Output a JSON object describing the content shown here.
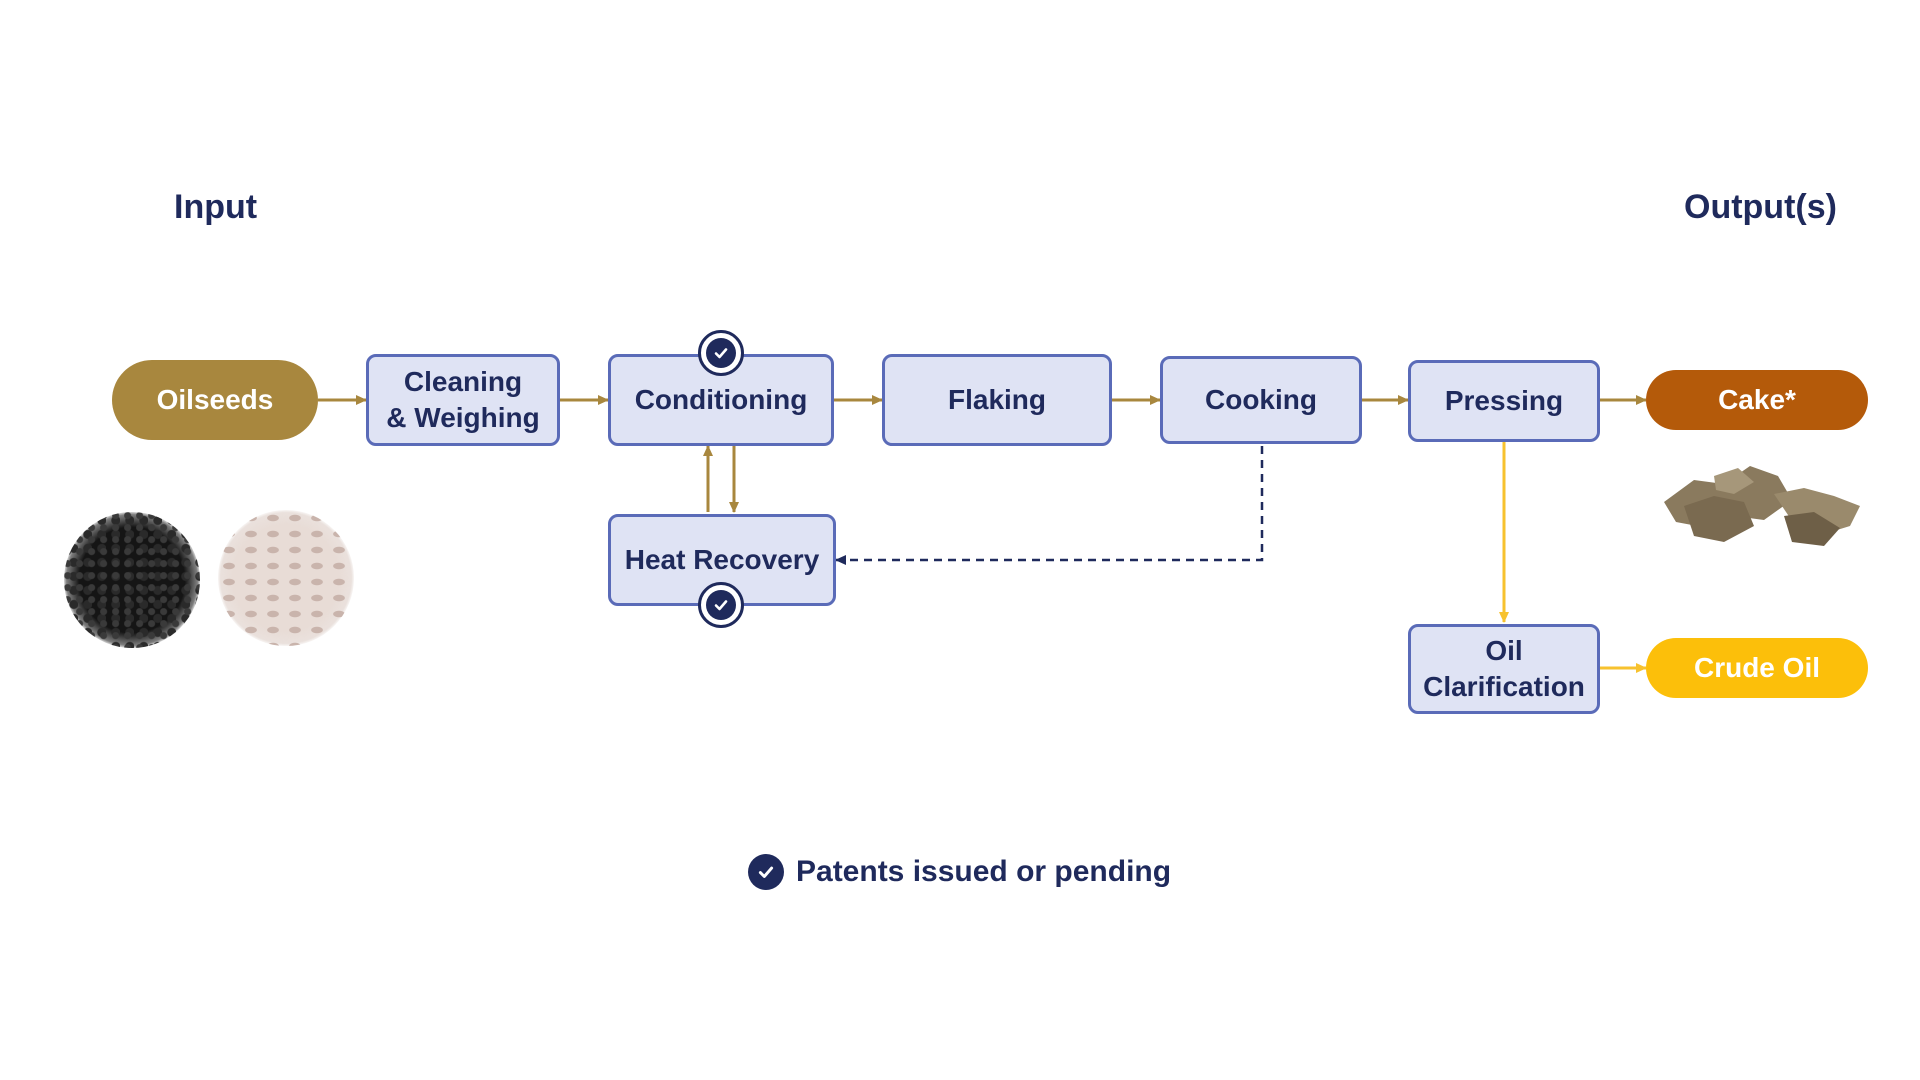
{
  "headings": {
    "input": "Input",
    "output": "Output(s)"
  },
  "input_node": {
    "label": "Oilseeds",
    "color": "#a8873e"
  },
  "steps": {
    "cleaning": [
      "Cleaning",
      "& Weighing"
    ],
    "conditioning": "Conditioning",
    "flaking": "Flaking",
    "cooking": "Cooking",
    "pressing": "Pressing",
    "heat_recovery": "Heat Recovery",
    "oil_clarification": [
      "Oil",
      "Clarification"
    ]
  },
  "outputs": {
    "cake": {
      "label": "Cake*",
      "color": "#b45a0a"
    },
    "crude_oil": {
      "label": "Crude Oil",
      "color": "#fcbf0a"
    }
  },
  "legend": {
    "label": "Patents issued or pending",
    "icon": "check-badge-icon"
  },
  "colors": {
    "box_fill": "#dfe3f4",
    "box_border": "#5a6bb8",
    "text": "#1f2a5c",
    "main_arrow": "#a8873e",
    "oil_arrow": "#f7c22f",
    "recovery_arrow": "#1f2a5c"
  }
}
